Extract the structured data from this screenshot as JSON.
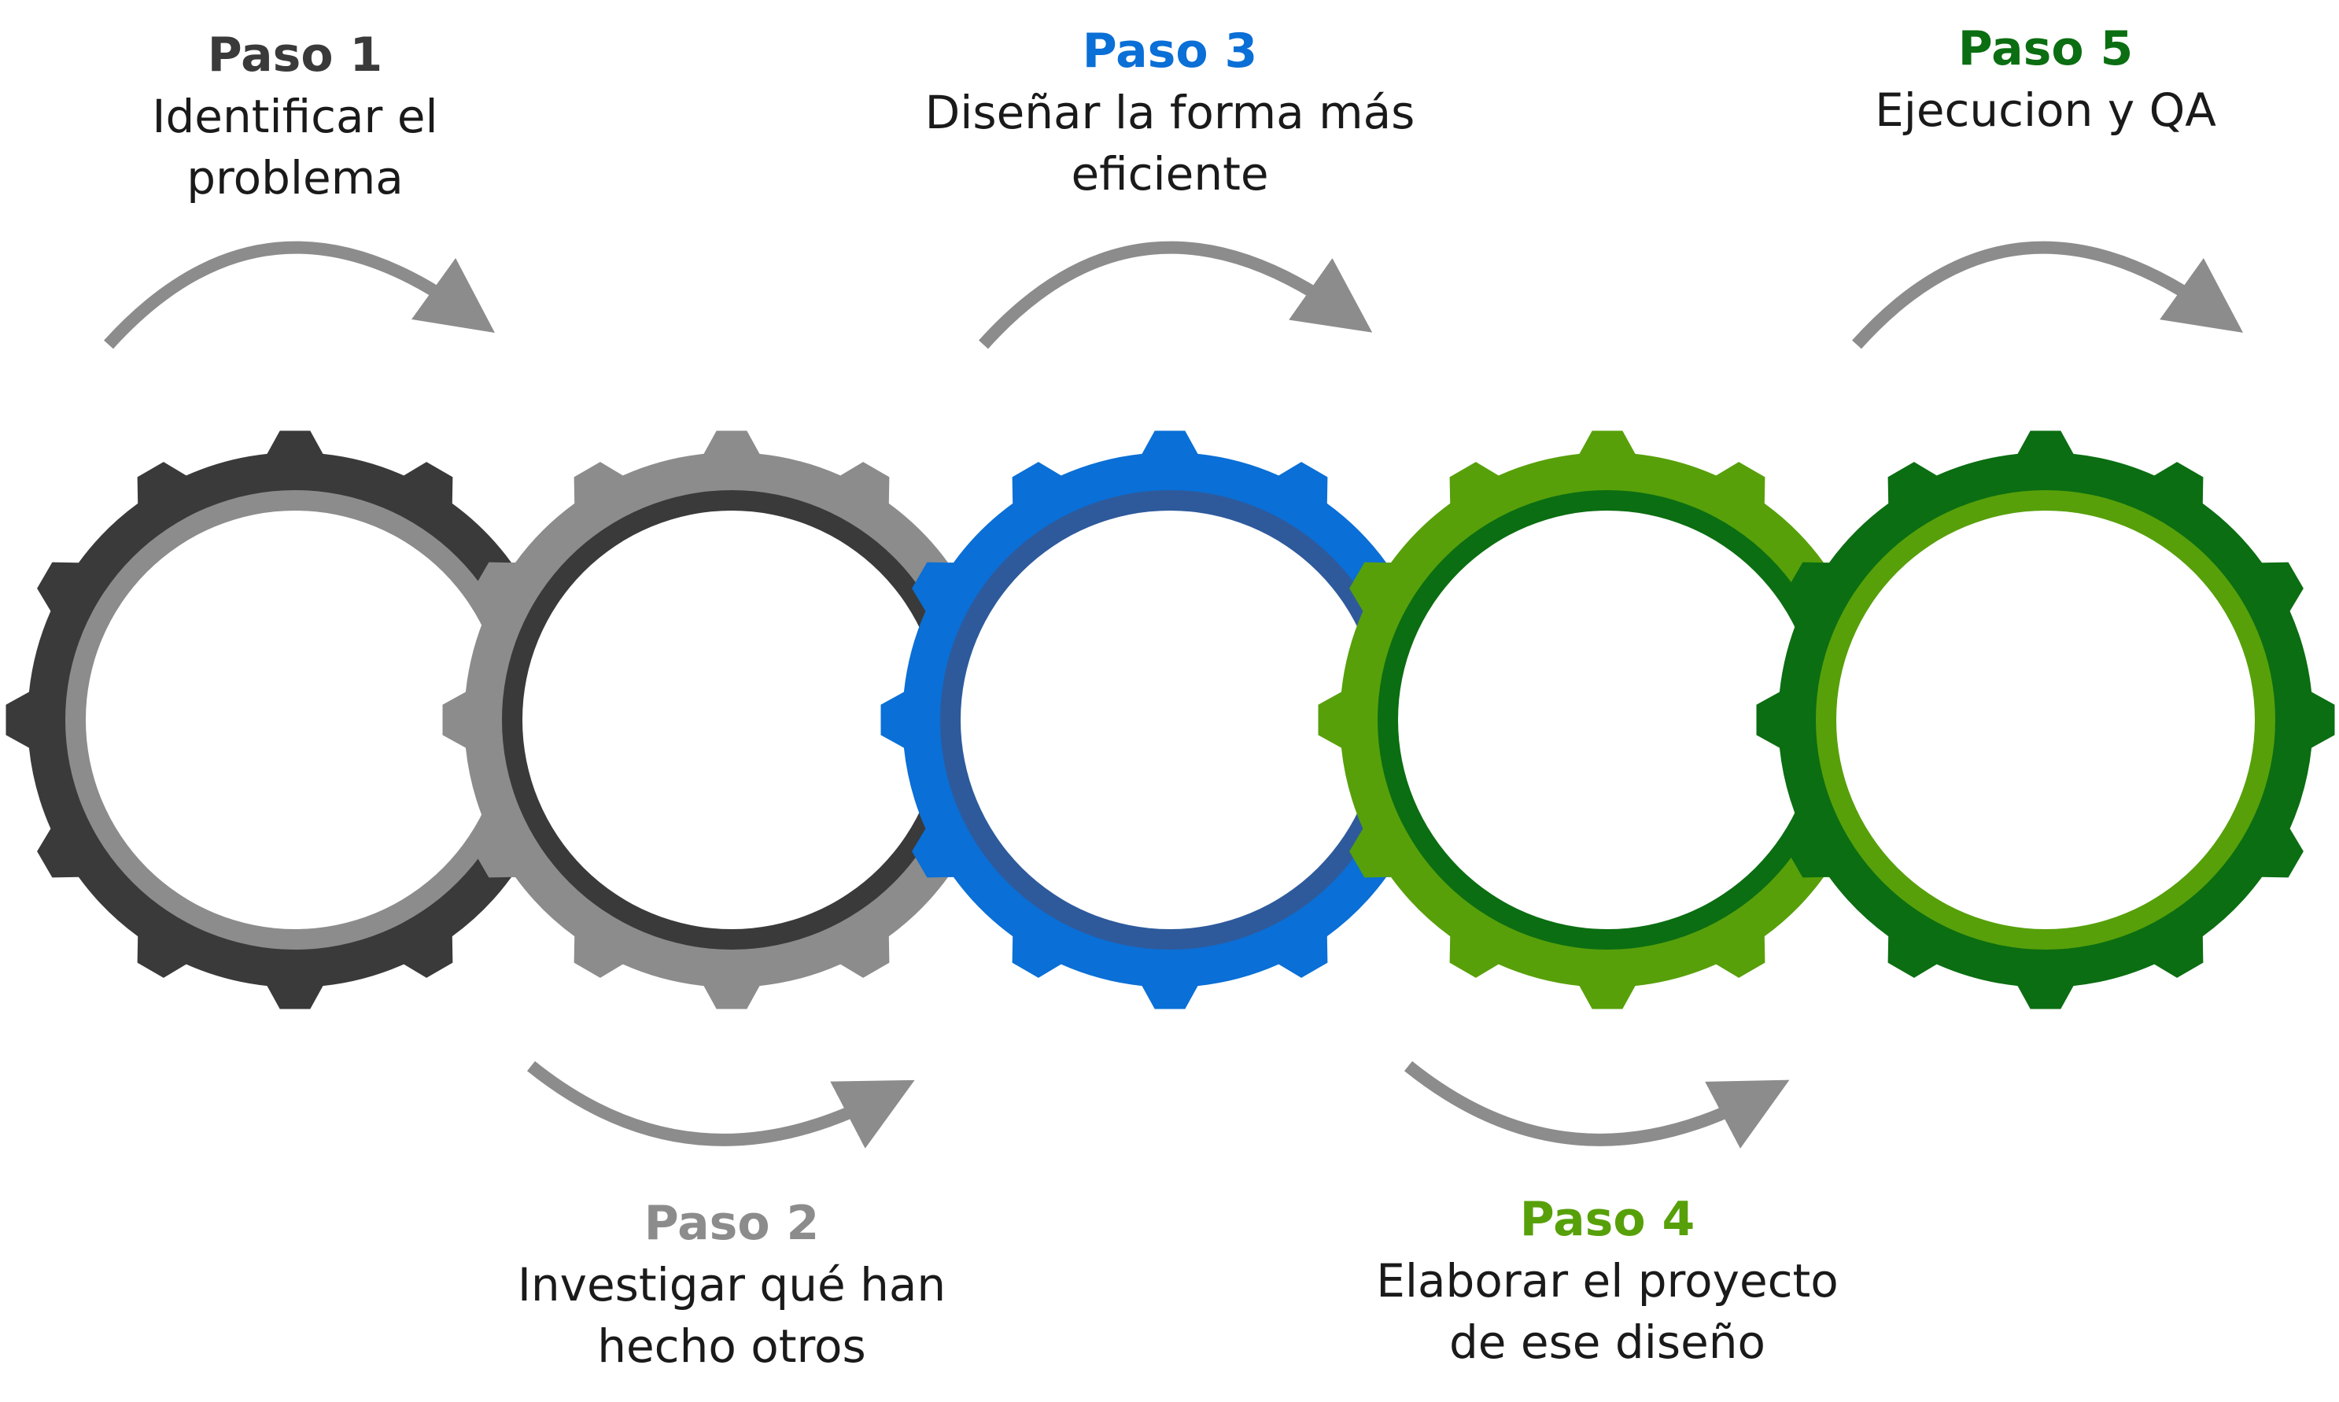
{
  "steps": [
    {
      "title": "Paso 1",
      "lines": [
        "Identificar el",
        "problema"
      ],
      "color": "#3a3a3a",
      "ring_color": "#8c8c8c"
    },
    {
      "title": "Paso 2",
      "lines": [
        "Investigar qué han",
        "hecho otros"
      ],
      "color": "#8c8c8c",
      "ring_color": "#3a3a3a"
    },
    {
      "title": "Paso 3",
      "lines": [
        "Diseñar la forma más",
        "eficiente"
      ],
      "color": "#0a6fd6",
      "ring_color": "#2e5a9c"
    },
    {
      "title": "Paso 4",
      "lines": [
        "Elaborar el proyecto",
        "de ese diseño"
      ],
      "color": "#57a00a",
      "ring_color": "#0b6e12"
    },
    {
      "title": "Paso 5",
      "lines": [
        "Ejecucion y QA"
      ],
      "color": "#0b6e12",
      "ring_color": "#57a00a"
    }
  ],
  "arrow_color": "#8c8c8c",
  "icons": {
    "gear": "gear-icon",
    "arrow": "curved-arrow-icon"
  }
}
